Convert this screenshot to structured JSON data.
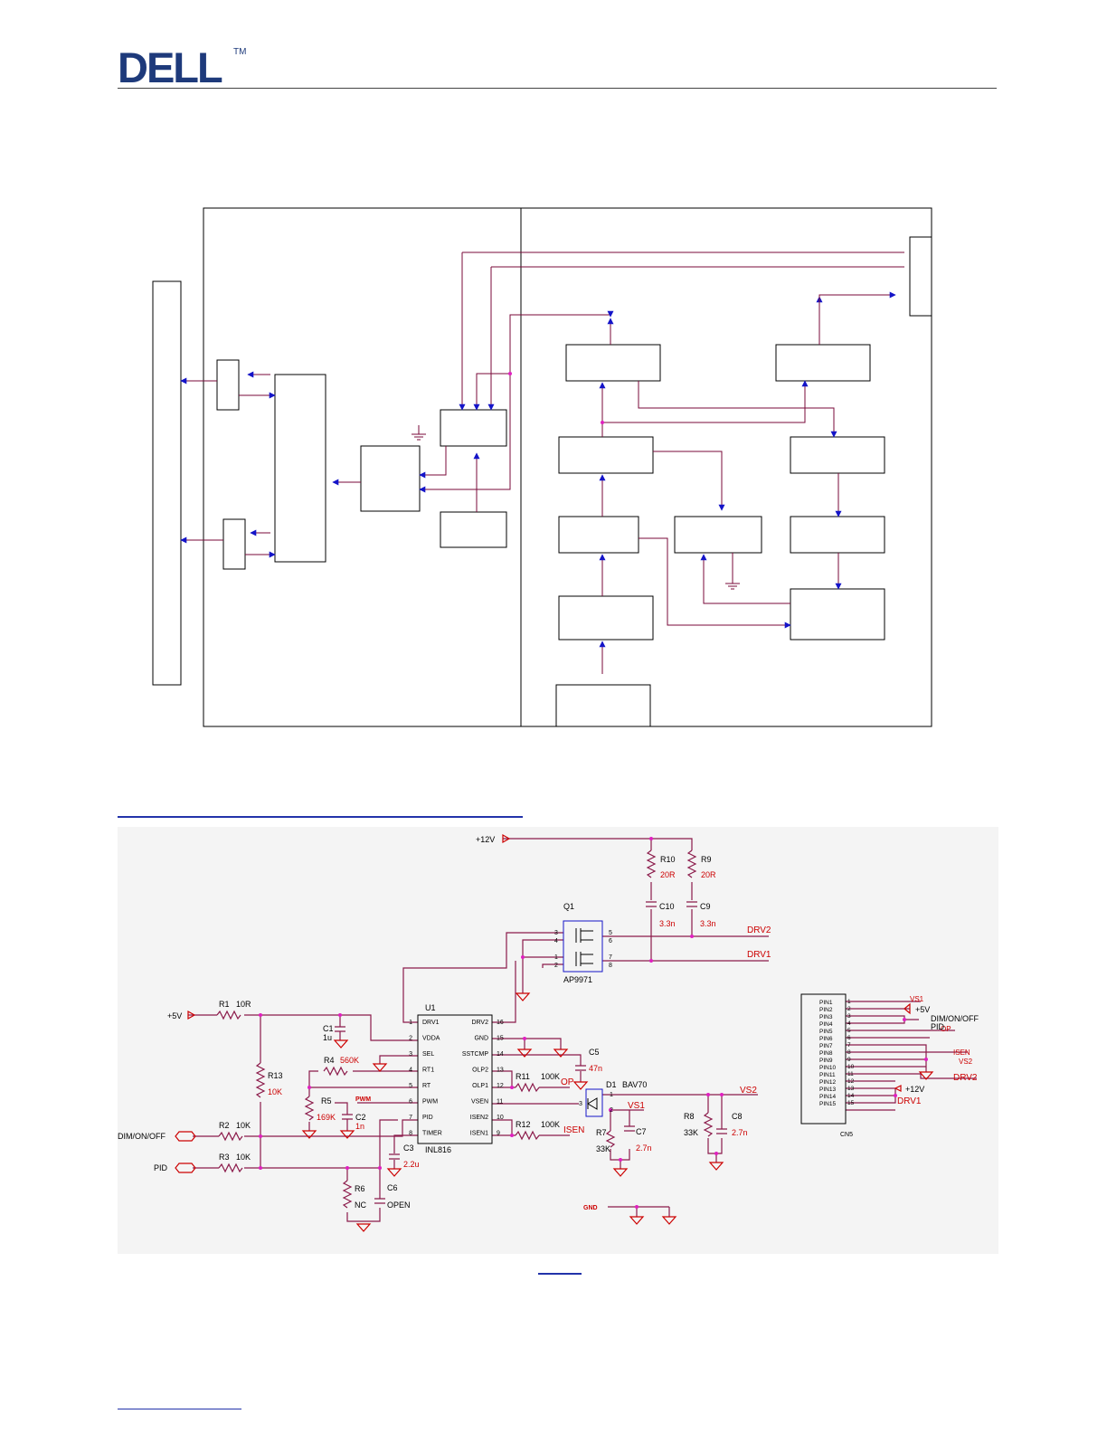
{
  "header": {
    "logo_text": "DELL",
    "trademark": "TM"
  },
  "schematic": {
    "rails": {
      "v12": "+12V",
      "v5": "+5V"
    },
    "ic": {
      "ref": "U1",
      "part": "INL816",
      "left_pins": [
        {
          "num": "1",
          "name": "DRV1"
        },
        {
          "num": "2",
          "name": "VDDA"
        },
        {
          "num": "3",
          "name": "SEL"
        },
        {
          "num": "4",
          "name": "RT1"
        },
        {
          "num": "5",
          "name": "RT"
        },
        {
          "num": "6",
          "name": "PWM"
        },
        {
          "num": "7",
          "name": "PID"
        },
        {
          "num": "8",
          "name": "TIMER"
        }
      ],
      "right_pins": [
        {
          "num": "16",
          "name": "DRV2"
        },
        {
          "num": "15",
          "name": "GND"
        },
        {
          "num": "14",
          "name": "SSTCMP"
        },
        {
          "num": "13",
          "name": "OLP2"
        },
        {
          "num": "12",
          "name": "OLP1"
        },
        {
          "num": "11",
          "name": "VSEN"
        },
        {
          "num": "10",
          "name": "ISEN2"
        },
        {
          "num": "9",
          "name": "ISEN1"
        }
      ]
    },
    "mosfet": {
      "ref": "Q1",
      "part": "AP9971",
      "pins": [
        "3",
        "4",
        "1",
        "2",
        "5",
        "6",
        "7",
        "8"
      ]
    },
    "diode": {
      "ref": "D1",
      "part": "BAV70",
      "pins": [
        "1",
        "2",
        "3"
      ]
    },
    "connector": {
      "ref": "CN5",
      "pins": [
        "PIN1",
        "PIN2",
        "PIN3",
        "PIN4",
        "PIN5",
        "PIN6",
        "PIN7",
        "PIN8",
        "PIN9",
        "PIN10",
        "PIN11",
        "PIN12",
        "PIN13",
        "PIN14",
        "PIN15"
      ],
      "numbers": [
        "1",
        "2",
        "3",
        "4",
        "5",
        "6",
        "7",
        "8",
        "9",
        "10",
        "11",
        "12",
        "13",
        "14",
        "15"
      ],
      "signals": {
        "vs1": "VS1",
        "v5": "+5V",
        "dim": "DIM/ON/OFF",
        "pid": "PID",
        "op": "OP",
        "isen": "ISEN",
        "vs2": "VS2",
        "drv2": "DRV2",
        "v12": "+12V",
        "drv1": "DRV1"
      }
    },
    "components": {
      "r1": {
        "ref": "R1",
        "value": "10R"
      },
      "r2": {
        "ref": "R2",
        "value": "10K"
      },
      "r3": {
        "ref": "R3",
        "value": "10K"
      },
      "r4": {
        "ref": "R4",
        "value": "560K"
      },
      "r5": {
        "ref": "R5",
        "value": "169K"
      },
      "r6": {
        "ref": "R6",
        "value": "NC"
      },
      "r7": {
        "ref": "R7",
        "value": "33K"
      },
      "r8": {
        "ref": "R8",
        "value": "33K"
      },
      "r9": {
        "ref": "R9",
        "value": "20R"
      },
      "r10": {
        "ref": "R10",
        "value": "20R"
      },
      "r11": {
        "ref": "R11",
        "value": "100K"
      },
      "r12": {
        "ref": "R12",
        "value": "100K"
      },
      "r13": {
        "ref": "R13",
        "value": "10K"
      },
      "c1": {
        "ref": "C1",
        "value": "1u"
      },
      "c2": {
        "ref": "C2",
        "value": "1n"
      },
      "c3": {
        "ref": "C3",
        "value": "2.2u"
      },
      "c5": {
        "ref": "C5",
        "value": "47n"
      },
      "c6": {
        "ref": "C6",
        "value": "OPEN"
      },
      "c7": {
        "ref": "C7",
        "value": "2.7n"
      },
      "c8": {
        "ref": "C8",
        "value": "2.7n"
      },
      "c9": {
        "ref": "C9",
        "value": "3.3n"
      },
      "c10": {
        "ref": "C10",
        "value": "3.3n"
      }
    },
    "nets": {
      "drv1": "DRV1",
      "drv2": "DRV2",
      "vs1": "VS1",
      "vs2": "VS2",
      "isen": "ISEN",
      "op": "OP",
      "pwm": "PWM",
      "dim": "DIM/ON/OFF",
      "pid": "PID",
      "gnd": "GND"
    }
  },
  "colors": {
    "wire": "#7a0a3a",
    "arrow": "#1414c8",
    "block": "#000000",
    "schematic_wire": "#8b1a4a",
    "label_red": "#cc0000",
    "junction": "#e020c0"
  }
}
